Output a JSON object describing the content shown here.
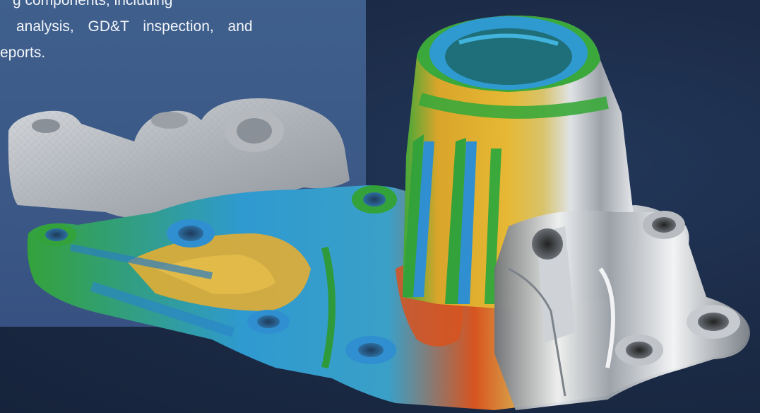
{
  "panel": {
    "line1": "g components, including",
    "line2": " analysis,  GD&T  inspection,  and",
    "line3": "eports."
  },
  "colors": {
    "background": "#1c2a44",
    "panel": "#3d5b89",
    "deviation_green": "#3aa83a",
    "deviation_blue": "#2f8fd0",
    "deviation_yellow": "#e2b531",
    "deviation_red": "#d84b1f",
    "chrome": "#c8ccd2",
    "mesh_gray": "#bfc3c8"
  }
}
